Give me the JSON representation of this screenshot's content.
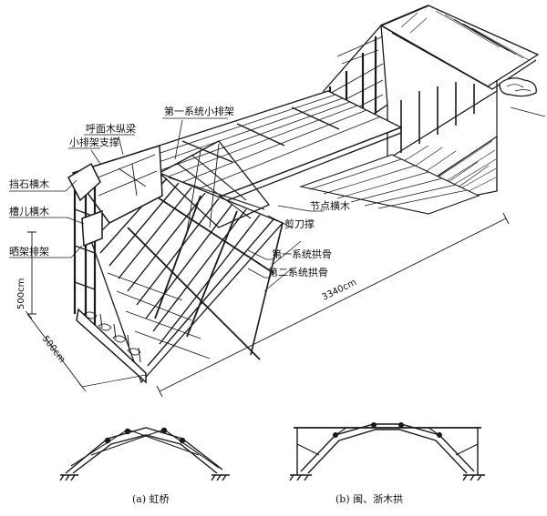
{
  "labels": {
    "system1_small_frame": "第一系统小排架",
    "frontface_longbeam": "呼面木纵梁",
    "small_frame_brace": "小排架支撑",
    "stone_crossbeam": "挡石横木",
    "crossbeam_2": "槽儿横木",
    "bent_frame": "晒架排架",
    "node_crossbeam": "节点横木",
    "scissor_brace": "剪刀撑",
    "system1_arch": "第一系统拱骨",
    "system2_arch": "第二系统拱骨"
  },
  "dimensions": {
    "height": "500cm",
    "width": "500cm",
    "span": "3340cm"
  },
  "captions": {
    "a": "(a) 虹桥",
    "b": "(b) 闽、浙木拱"
  }
}
